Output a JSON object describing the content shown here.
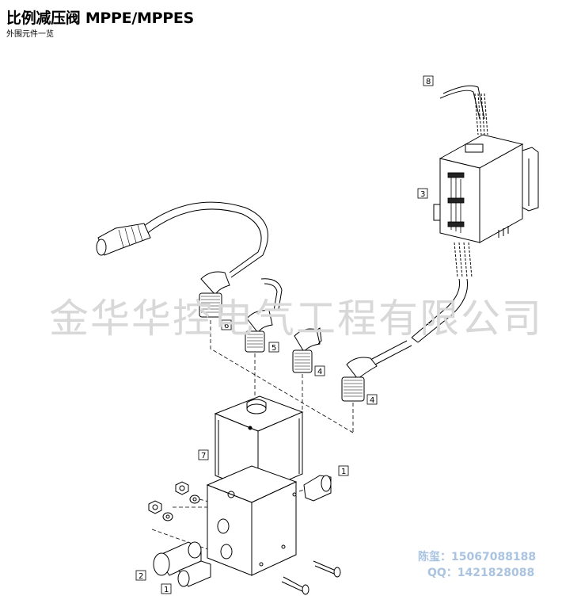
{
  "header": {
    "title": "比例减压阀 MPPE/MPPES",
    "subtitle": "外围元件一览"
  },
  "watermark": "金华华控电气工程有限公司",
  "contact": {
    "line1": "陈玺：15067088188",
    "line2": "QQ：1421828088"
  },
  "callouts": [
    "8",
    "3",
    "6",
    "5",
    "4",
    "4",
    "7",
    "1",
    "2",
    "1"
  ]
}
